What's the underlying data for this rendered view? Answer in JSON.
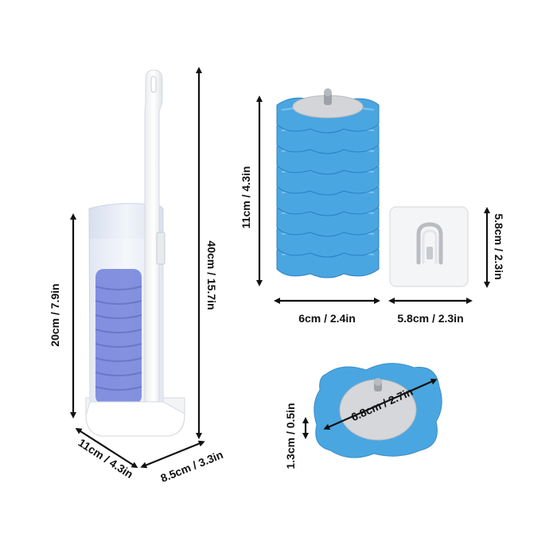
{
  "colors": {
    "background": "#ffffff",
    "sponge_blue": "#4aa6e0",
    "sponge_dark_blue": "#2f7fc4",
    "stored_sponge_blue": "#3f55cf",
    "holder_white": "#f4f6f8",
    "frosted_case": "#e6ecf6",
    "pad_gray": "#c8c9cc",
    "arrow_black": "#111111"
  },
  "products": {
    "brush_holder": {
      "name": "toilet-brush-with-holder"
    },
    "sponge_stack": {
      "name": "refill-sponge-stack"
    },
    "wall_hook": {
      "name": "adhesive-wall-hook"
    },
    "single_sponge": {
      "name": "single-refill-sponge"
    }
  },
  "dimensions": {
    "holder_height": "20cm / 7.9in",
    "handle_height": "40cm / 15.7in",
    "base_depth": "11cm / 4.3in",
    "base_width": "8.5cm / 3.3in",
    "stack_height": "11cm / 4.3in",
    "stack_width": "6cm / 2.4in",
    "hook_height": "5.8cm / 2.3in",
    "hook_width": "5.8cm / 2.3in",
    "sponge_diameter": "6.8cm / 2.7in",
    "sponge_thickness": "1.3cm / 0.5in"
  }
}
